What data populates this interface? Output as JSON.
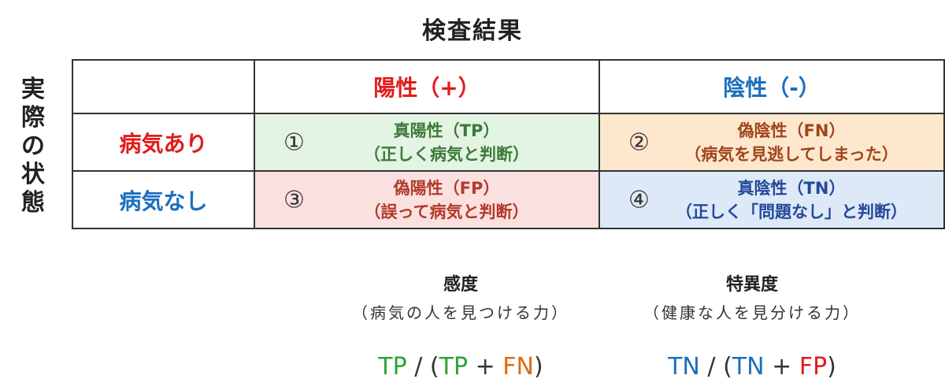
{
  "title": "検査結果",
  "side_label": [
    "実",
    "際",
    "の",
    "状",
    "態"
  ],
  "columns": [
    {
      "label": "陽性（+）",
      "color": "#e21b1b"
    },
    {
      "label": "陰性（-）",
      "color": "#1c6fbf"
    }
  ],
  "rows": [
    {
      "label": "病気あり",
      "color": "#e21b1b"
    },
    {
      "label": "病気なし",
      "color": "#1c6fbf"
    }
  ],
  "cells": [
    {
      "num": "①",
      "line1": "真陽性（TP）",
      "line2": "（正しく病気と判断）",
      "bg": "#e3f4e3",
      "text_color": "#3d7a3a"
    },
    {
      "num": "②",
      "line1": "偽陰性（FN）",
      "line2": "（病気を見逃してしまった）",
      "bg": "#fde7cd",
      "text_color": "#a0451b"
    },
    {
      "num": "③",
      "line1": "偽陽性（FP）",
      "line2": "（誤って病気と判断）",
      "bg": "#fbe0e0",
      "text_color": "#b23a2a"
    },
    {
      "num": "④",
      "line1": "真陰性（TN）",
      "line2": "（正しく「問題なし」と判断）",
      "bg": "#dde9f7",
      "text_color": "#24489a"
    }
  ],
  "metrics": [
    {
      "label": "感度",
      "desc": "（病気の人を見つける力）",
      "formula": {
        "a": "TP",
        "slash": "/",
        "open": "(",
        "b": "TP",
        "plus": "+",
        "c": "FN",
        "close": ")"
      }
    },
    {
      "label": "特異度",
      "desc": "（健康な人を見分ける力）",
      "formula": {
        "a": "TN",
        "slash": "/",
        "open": "(",
        "b": "TN",
        "plus": "+",
        "c": "FP",
        "close": ")"
      }
    }
  ]
}
